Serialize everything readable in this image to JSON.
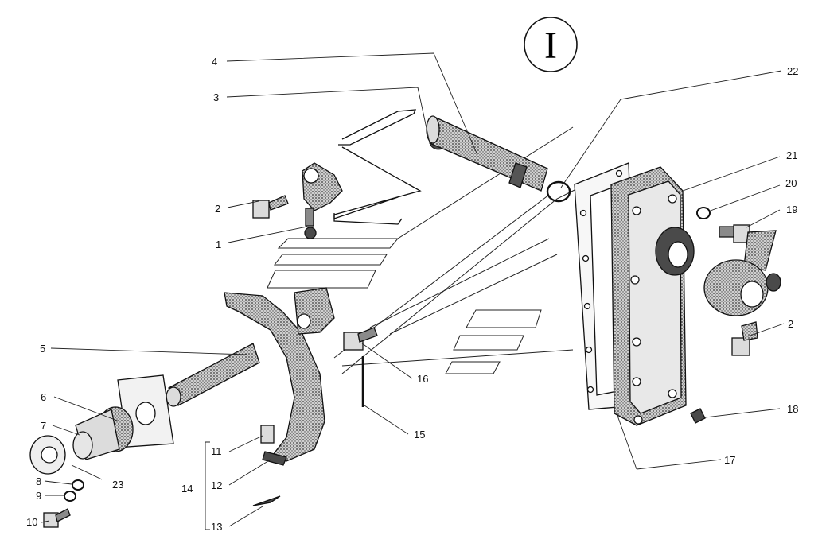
{
  "figure": {
    "section_marker": "I",
    "callouts": [
      "1",
      "2",
      "3",
      "4",
      "5",
      "6",
      "7",
      "8",
      "9",
      "10",
      "11",
      "12",
      "13",
      "14",
      "15",
      "16",
      "17",
      "18",
      "19",
      "20",
      "21",
      "22",
      "23"
    ]
  }
}
